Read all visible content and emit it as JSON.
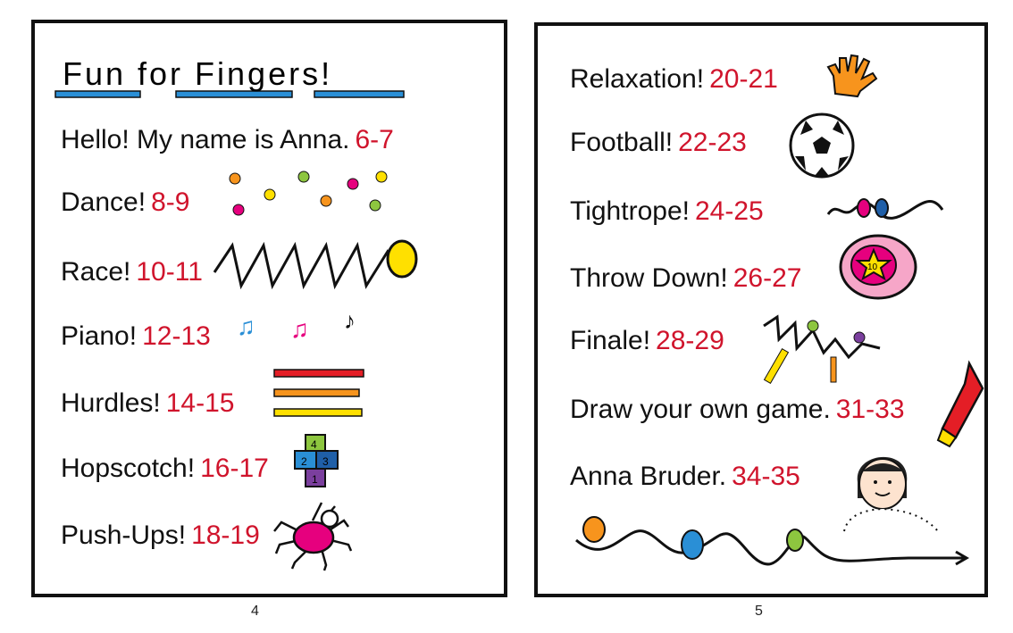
{
  "left_page": {
    "title": "Fun for Fingers!",
    "page_number": "4",
    "entries": [
      {
        "label": "Hello! My name is Anna.",
        "pages": "6-7"
      },
      {
        "label": "Dance!",
        "pages": "8-9"
      },
      {
        "label": "Race!",
        "pages": "10-11"
      },
      {
        "label": "Piano!",
        "pages": "12-13"
      },
      {
        "label": "Hurdles!",
        "pages": "14-15"
      },
      {
        "label": "Hopscotch!",
        "pages": "16-17"
      },
      {
        "label": "Push-Ups!",
        "pages": "18-19"
      }
    ],
    "hopscotch_numbers": [
      "4",
      "2",
      "3",
      "1"
    ]
  },
  "right_page": {
    "page_number": "5",
    "entries": [
      {
        "label": "Relaxation!",
        "pages": "20-21"
      },
      {
        "label": "Football!",
        "pages": "22-23"
      },
      {
        "label": "Tightrope!",
        "pages": "24-25"
      },
      {
        "label": "Throw Down!",
        "pages": "26-27"
      },
      {
        "label": "Finale!",
        "pages": "28-29"
      },
      {
        "label": "Draw your own game.",
        "pages": "31-33"
      },
      {
        "label": "Anna Bruder.",
        "pages": "34-35"
      }
    ],
    "target_number": "10"
  },
  "colors": {
    "page_numbers": "#d0142c",
    "underline": "#2a8fd6",
    "ink": "#111111"
  }
}
